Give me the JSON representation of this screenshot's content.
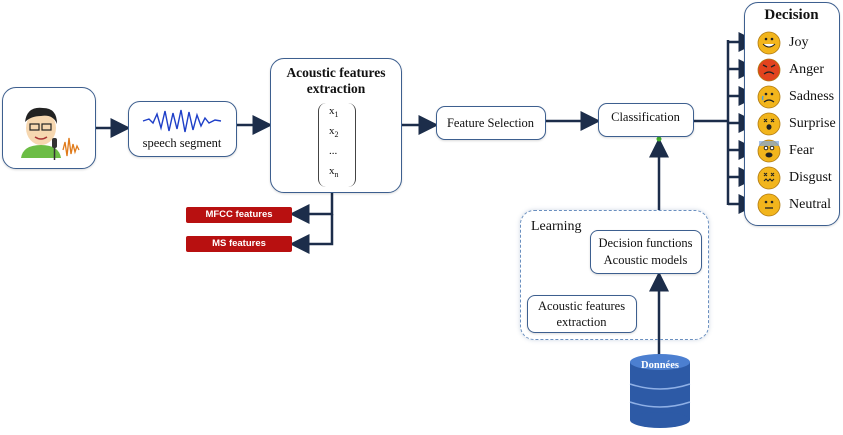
{
  "speech_label": "speech segment",
  "acoustic_title_line1": "Acoustic features",
  "acoustic_title_line2": "extraction",
  "vector": [
    "x",
    "x",
    "...",
    "x"
  ],
  "vector_subs": [
    "1",
    "2",
    "",
    "n"
  ],
  "feature_selection": "Feature Selection",
  "classification": "Classification",
  "mfcc": "MFCC features",
  "ms": "MS features",
  "learning": "Learning",
  "decision_functions": "Decision functions",
  "acoustic_models": "Acoustic models",
  "learning_ext_line1": "Acoustic features",
  "learning_ext_line2": "extraction",
  "donnees": "Données",
  "decision_title": "Decision",
  "emotions": [
    {
      "label": "Joy",
      "color": "#f2b51c"
    },
    {
      "label": "Anger",
      "color": "#e2431e"
    },
    {
      "label": "Sadness",
      "color": "#f2b51c"
    },
    {
      "label": "Surprise",
      "color": "#f2b51c"
    },
    {
      "label": "Fear",
      "color": "#f2b51c"
    },
    {
      "label": "Disgust",
      "color": "#f2b51c"
    },
    {
      "label": "Neutral",
      "color": "#f2b51c"
    }
  ],
  "colors": {
    "border": "#3d5f8f",
    "arrow": "#1c2d4a",
    "red": "#b81010",
    "db": "#2d5aa6"
  }
}
